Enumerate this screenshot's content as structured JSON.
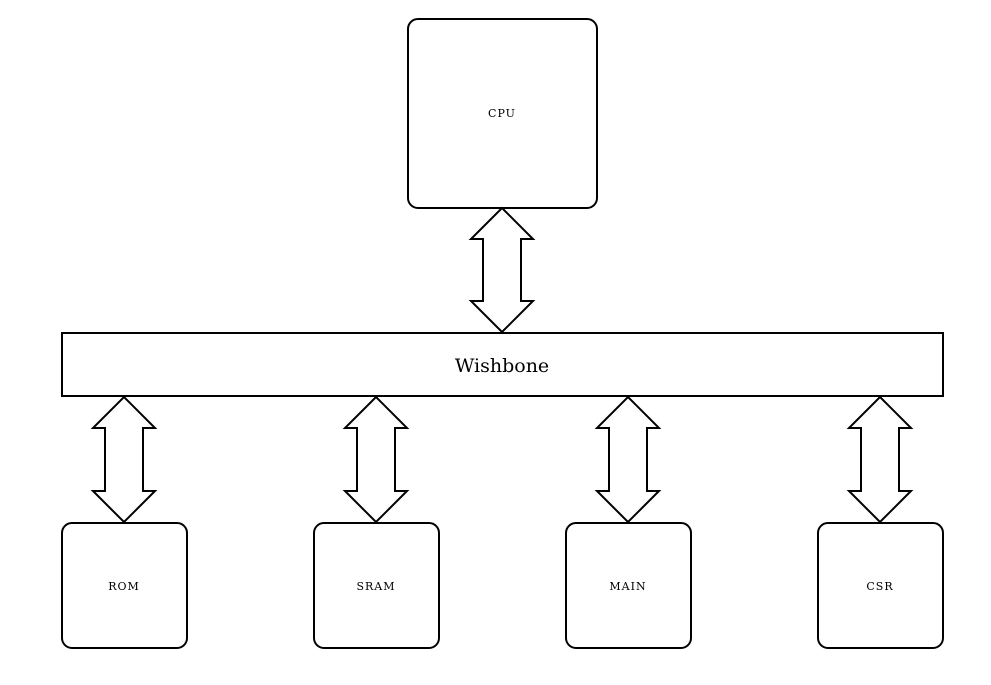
{
  "cpu": {
    "label": "CPU"
  },
  "bus": {
    "label": "Wishbone"
  },
  "peripherals": [
    {
      "label": "ROM"
    },
    {
      "label": "SRAM"
    },
    {
      "label": "MAIN"
    },
    {
      "label": "CSR"
    }
  ]
}
